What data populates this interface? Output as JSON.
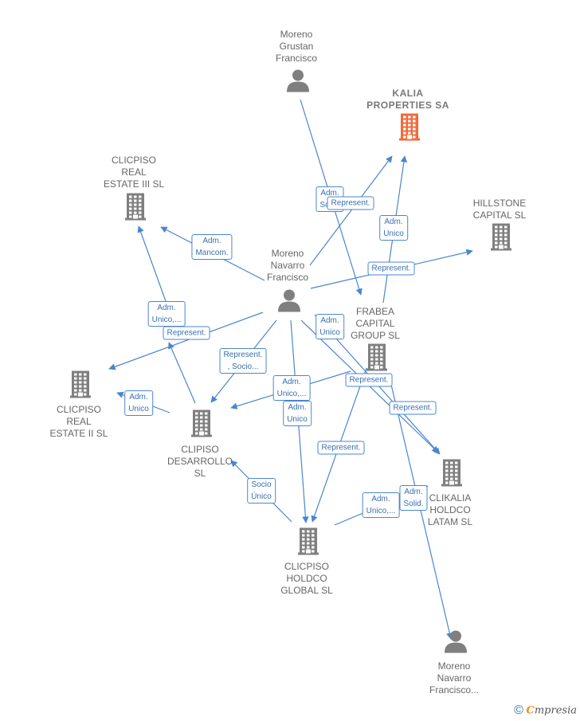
{
  "colors": {
    "edge": "#4a86d0",
    "node": "#7f7f7f",
    "highlight": "#f26b3a"
  },
  "nodes": [
    {
      "id": "moreno_grustan",
      "type": "person",
      "label": "Moreno\nGrustan\nFrancisco",
      "icon": "person-icon"
    },
    {
      "id": "kalia",
      "type": "company",
      "label": "KALIA\nPROPERTIES SA",
      "highlight": true,
      "icon": "building-icon"
    },
    {
      "id": "clicpiso3",
      "type": "company",
      "label": "CLICPISO\nREAL\nESTATE III  SL",
      "icon": "building-icon"
    },
    {
      "id": "hillstone",
      "type": "company",
      "label": "HILLSTONE\nCAPITAL  SL",
      "icon": "building-icon"
    },
    {
      "id": "moreno_navarro",
      "type": "person",
      "label": "Moreno\nNavarro\nFrancisco",
      "icon": "person-icon"
    },
    {
      "id": "frabea",
      "type": "company",
      "label": "FRABEA\nCAPITAL\nGROUP SL",
      "icon": "building-icon"
    },
    {
      "id": "clicpiso2",
      "type": "company",
      "label": "CLICPISO\nREAL\nESTATE II  SL",
      "icon": "building-icon"
    },
    {
      "id": "clipiso_des",
      "type": "company",
      "label": "CLIPISO\nDESARROLLO\nSL",
      "icon": "building-icon"
    },
    {
      "id": "clikalia",
      "type": "company",
      "label": "CLIKALIA\nHOLDCO\nLATAM  SL",
      "icon": "building-icon"
    },
    {
      "id": "clicpiso_global",
      "type": "company",
      "label": "CLICPISO\nHOLDCO\nGLOBAL  SL",
      "icon": "building-icon"
    },
    {
      "id": "moreno_navarro2",
      "type": "person",
      "label": "Moreno\nNavarro\nFrancisco...",
      "icon": "person-icon"
    }
  ],
  "edge_labels": [
    "Adm.\nSolid.",
    "Represent.",
    "Adm.\nUnico",
    "Represent.",
    "Adm.\nMancom.",
    "Adm.\nUnico,...",
    "Represent.",
    "Adm.\nUnico",
    "Represent.\n, Socio...",
    "Adm.\nUnico,...",
    "Adm.\nUnico",
    "Represent.",
    "Represent.",
    "Represent.",
    "Adm.\nUnico",
    "Socio\nÚnico",
    "Adm.\nUnico,...",
    "Adm.\nSolid."
  ],
  "footer": {
    "copyright": "©",
    "brand_first": "C",
    "brand_rest": "mpresia"
  }
}
